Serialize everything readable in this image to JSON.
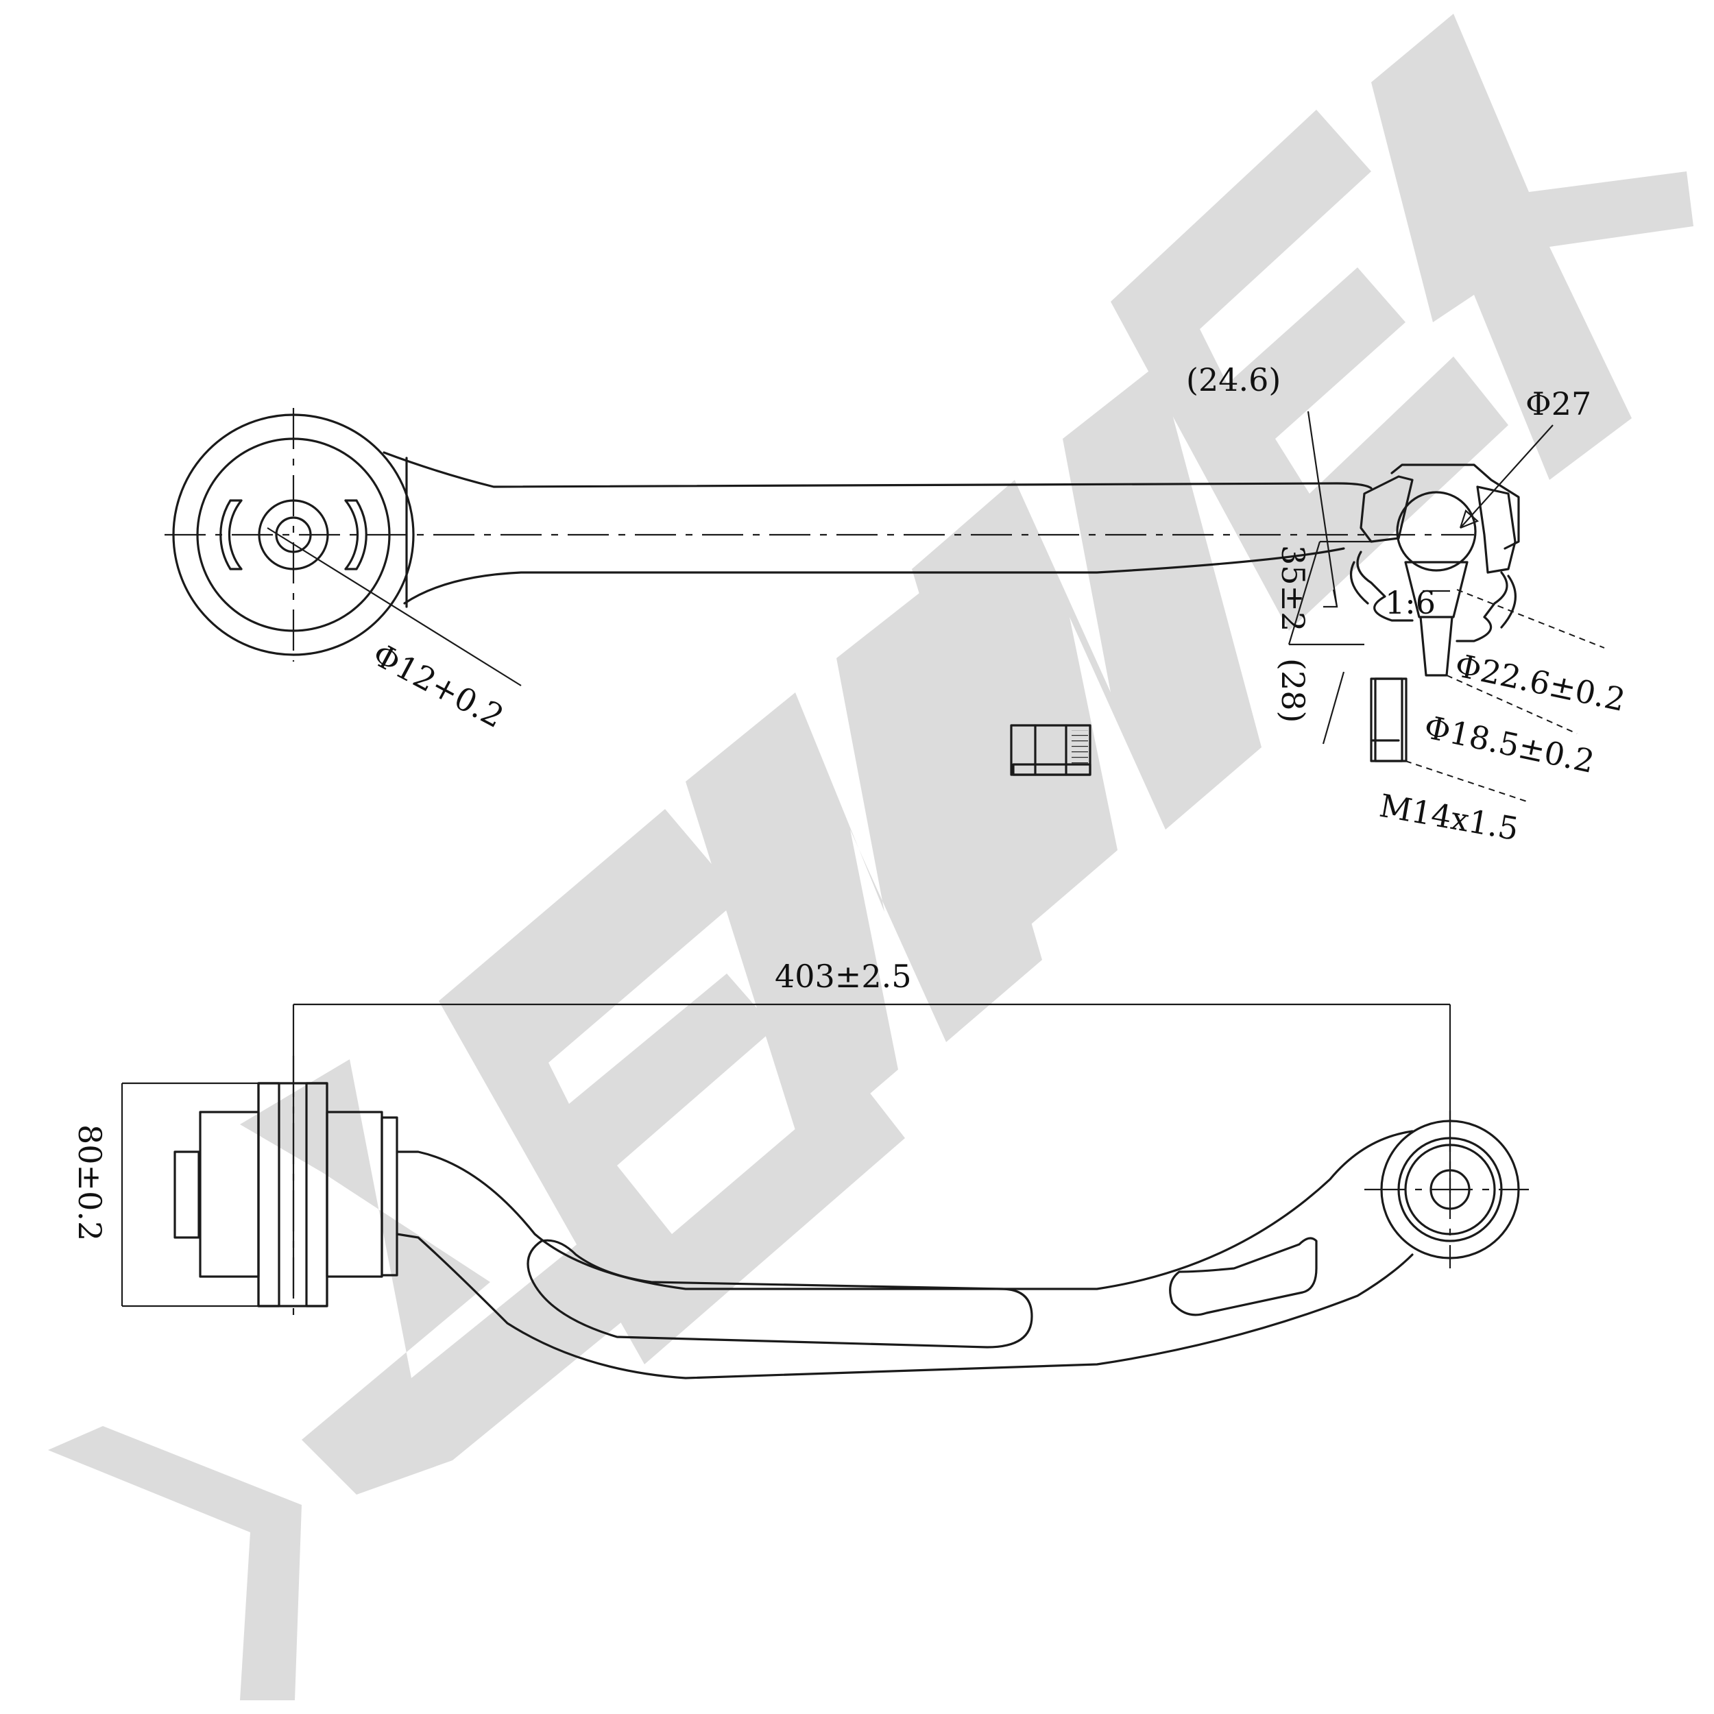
{
  "watermark": {
    "text": "ZENNEK",
    "color": "#dcdcdc"
  },
  "top_view": {
    "dim_bore": "Φ12+0.2",
    "dim_offset": "(24.6)",
    "dim_ball": "Φ27",
    "dim_height": "35±2",
    "dim_taper": "1:6",
    "dim_stud_len": "(28)",
    "dim_taper_dia": "Φ22.6±0.2",
    "dim_shank_dia": "Φ18.5±0.2",
    "dim_thread": "M14x1.5"
  },
  "side_view": {
    "dim_length": "403±2.5",
    "dim_width": "80±0.2"
  }
}
